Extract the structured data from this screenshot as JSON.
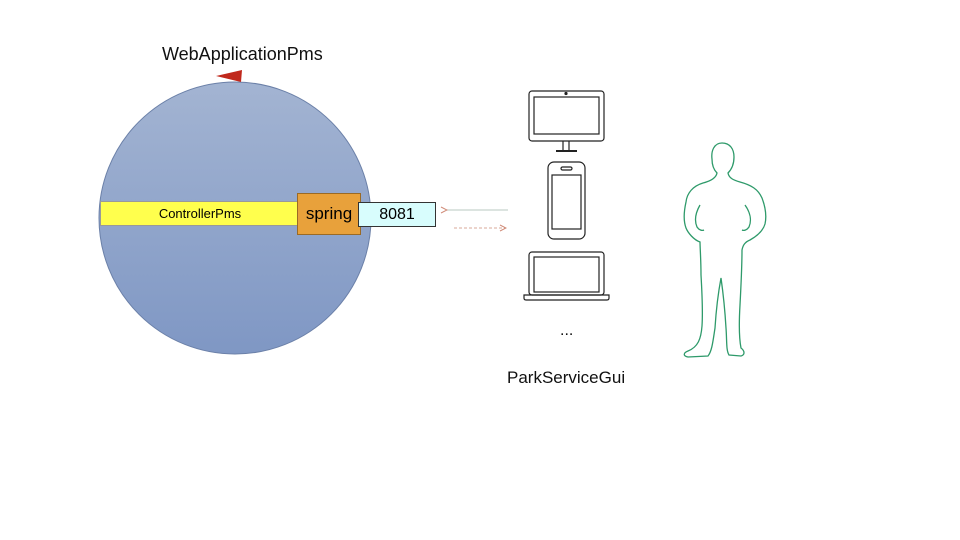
{
  "diagram": {
    "app_title": "WebApplicationPms",
    "controller_label": "ControllerPms",
    "framework_label": "spring",
    "port_label": "8081",
    "devices_more": "...",
    "gui_label": "ParkServiceGui"
  },
  "colors": {
    "circle": "#8da3c8",
    "controller": "#ffff4d",
    "spring": "#e8a13b",
    "port": "#d8fdfd",
    "person": "#2e9a6a",
    "marker": "#c0281c"
  },
  "icons": [
    "desktop-monitor-icon",
    "smartphone-icon",
    "laptop-icon",
    "person-icon"
  ]
}
